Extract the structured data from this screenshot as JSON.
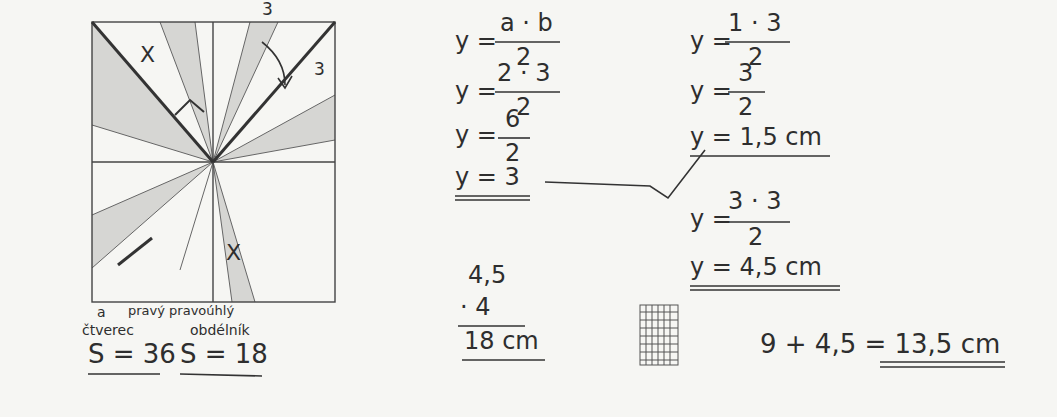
{
  "diagram": {
    "labels": [
      "3",
      "3",
      "X",
      "X",
      "a",
      "pravý pravoúhlý",
      "čtverec",
      "obdélník",
      "S = 36",
      "S = 18",
      "y =",
      "a · b",
      "2",
      "y =",
      "2 · 3",
      "2",
      "y =",
      "6",
      "2",
      "y = 3",
      "y =",
      "1 · 3",
      "2",
      "y =",
      "3",
      "2",
      "y = 1,5 cm",
      "y =",
      "3 · 3",
      "2",
      "y = 4,5 cm",
      "4,5",
      "· 4",
      "18 cm",
      "9 + 4,5 = 13,5 cm"
    ]
  }
}
